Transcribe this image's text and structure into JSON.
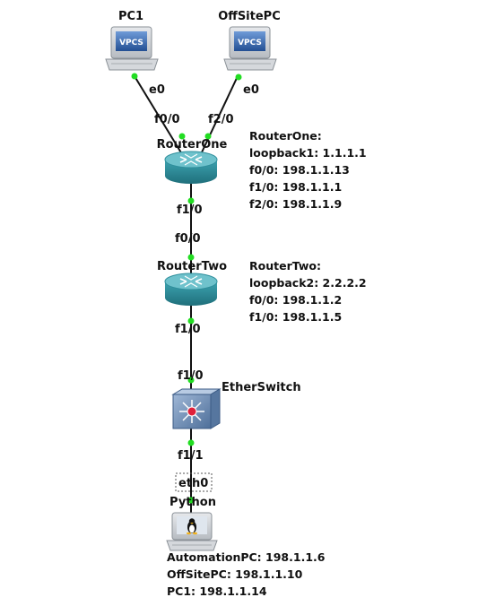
{
  "nodes": {
    "pc1": {
      "label": "PC1",
      "badge": "VPCS"
    },
    "offsite_pc": {
      "label": "OffSitePC",
      "badge": "VPCS"
    },
    "router_one": {
      "label": "RouterOne"
    },
    "router_two": {
      "label": "RouterTwo"
    },
    "ether_switch": {
      "label": "EtherSwitch"
    },
    "python": {
      "label": "Python"
    }
  },
  "ports": {
    "pc1_e0": "e0",
    "offsite_e0": "e0",
    "r1_f0_0": "f0/0",
    "r1_f2_0": "f2/0",
    "r1_f1_0": "f1/0",
    "r2_f0_0": "f0/0",
    "r2_f1_0": "f1/0",
    "sw_f1_0": "f1/0",
    "sw_f1_1": "f1/1",
    "python_eth0": "eth0"
  },
  "notes": {
    "router_one": [
      "RouterOne:",
      "loopback1: 1.1.1.1",
      "f0/0: 198.1.1.13",
      "f1/0: 198.1.1.1",
      "f2/0: 198.1.1.9"
    ],
    "router_two": [
      "RouterTwo:",
      "loopback2: 2.2.2.2",
      "f0/0: 198.1.1.2",
      "f1/0: 198.1.1.5"
    ],
    "python": [
      "AutomationPC: 198.1.1.6",
      "OffSitePC: 198.1.1.10",
      "PC1: 198.1.1.14"
    ]
  },
  "colors": {
    "link": "#111111",
    "port_dot": "#22dd22",
    "router_body": "#2f8f9c",
    "router_top": "#6fc2cc",
    "switch_body": "#6d8fb8",
    "switch_center": "#e0203a",
    "monitor_frame": "#c9cdd2",
    "vpcs_screen": "#2f5fa8"
  }
}
